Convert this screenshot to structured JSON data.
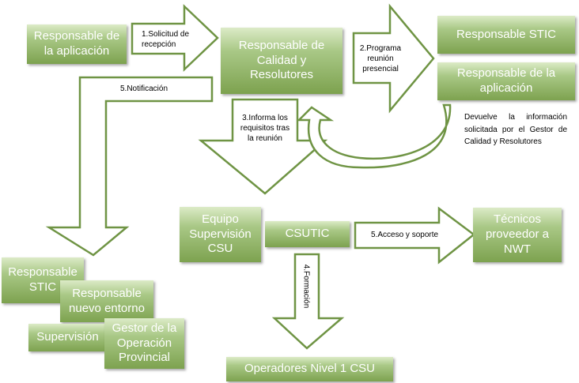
{
  "boxes": {
    "resp_aplicacion_left": "Responsable de la aplicación",
    "resp_calidad": "Responsable de Calidad y Resolutores",
    "resp_stic_top": "Responsable STIC",
    "resp_aplicacion_right": "Responsable de la aplicación",
    "equipo_supervision": "Equipo Supervisión CSU",
    "csutic": "CSUTIC",
    "tecnicos": "Técnicos proveedor a NWT",
    "resp_stic_bottom": "Responsable STIC",
    "resp_nuevo_entorno": "Responsable nuevo entorno",
    "supervision": "Supervisión",
    "gestor_operacion": "Gestor de la Operación Provincial",
    "operadores": "Operadores Nivel 1 CSU"
  },
  "arrows": {
    "a1": "1.Solicitud de recepción",
    "a2": "2.Programa reunión presencial",
    "a3": "3.Informa los requisitos tras la reunión",
    "a4": "4.Formación",
    "a5_acceso": "5.Acceso y soporte",
    "a5_notificacion": "5.Notificación"
  },
  "note": "Devuelve la información solicitada por el Gestor de Calidad y Resolutores",
  "colors": {
    "box_top": "#dcebc7",
    "box_bottom": "#7da24f",
    "arrow_stroke": "#6f9444",
    "arrow_fill": "#ffffff"
  }
}
